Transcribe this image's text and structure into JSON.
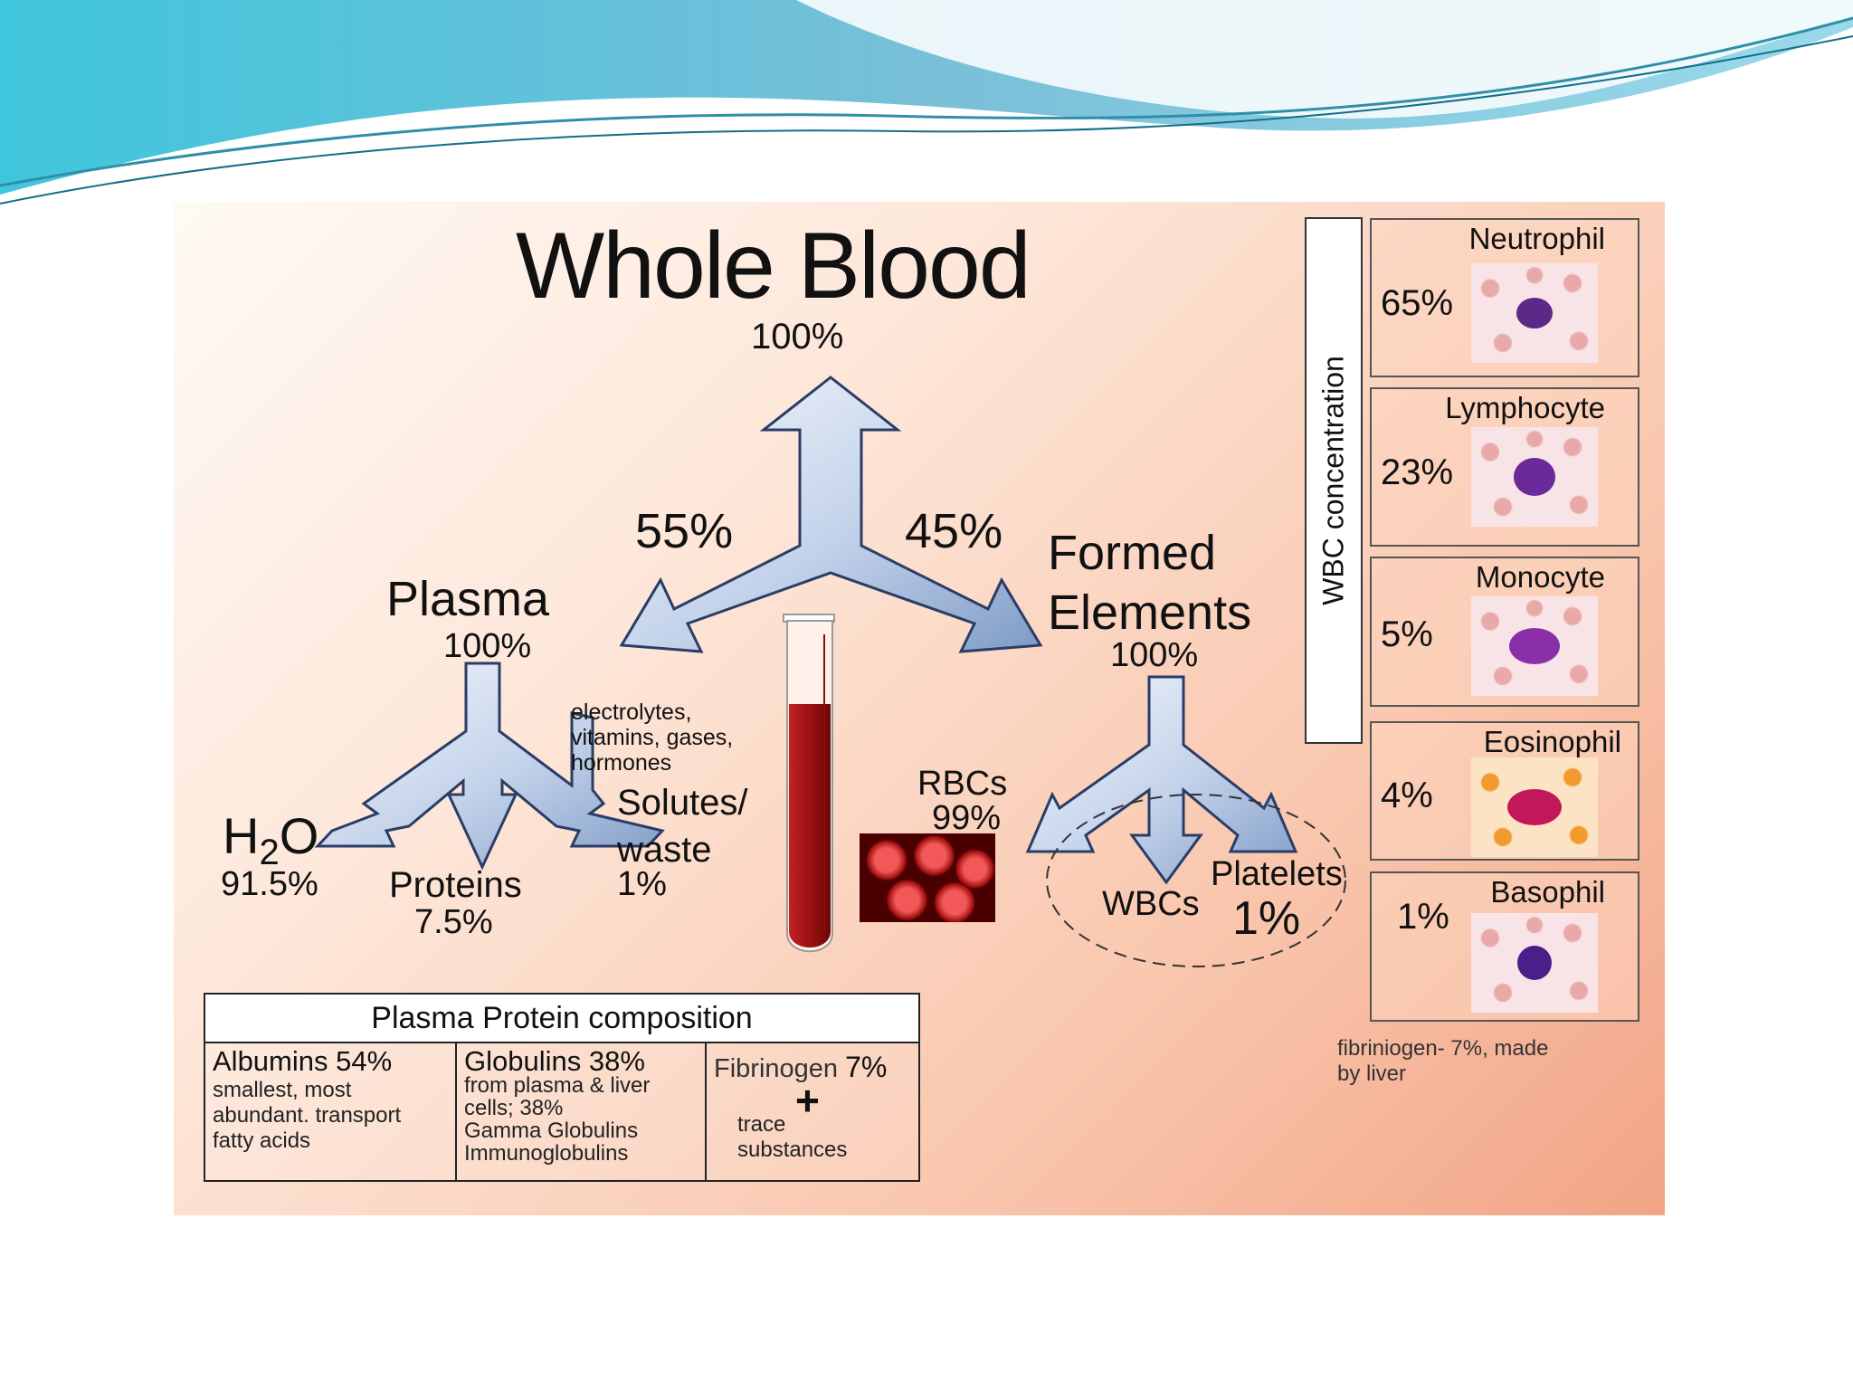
{
  "title": "Whole Blood",
  "whole_pct": "100%",
  "plasma_pct": "55%",
  "formed_pct": "45%",
  "plasma": {
    "label": "Plasma",
    "pct": "100%",
    "solutes_note": "electrolytes,\nvitamins, gases,\nhormones",
    "water_label": "H",
    "water_sub": "2",
    "water_o": "O",
    "water_pct": "91.5%",
    "proteins_label": "Proteins",
    "proteins_pct": "7.5%",
    "solutes_label": "Solutes/\nwaste",
    "solutes_pct": "1%"
  },
  "formed": {
    "label": "Formed\nElements",
    "pct": "100%",
    "rbc_label": "RBCs",
    "rbc_pct": "99%",
    "wbc_label": "WBCs",
    "platelets_label": "Platelets",
    "wbc_platelets_pct": "1%"
  },
  "wbc_panel": {
    "axis_label": "WBC concentration",
    "cells": [
      {
        "name": "Neutrophil",
        "pct": "65%",
        "color": "#5b2a86"
      },
      {
        "name": "Lymphocyte",
        "pct": "23%",
        "color": "#6a2a9a"
      },
      {
        "name": "Monocyte",
        "pct": "5%",
        "color": "#8a2fa8"
      },
      {
        "name": "Eosinophil",
        "pct": "4%",
        "color": "#c2185b"
      },
      {
        "name": "Basophil",
        "pct": "1%",
        "color": "#4b1f8a"
      }
    ]
  },
  "protein_table": {
    "title": "Plasma Protein composition",
    "albumins_head": "Albumins 54%",
    "albumins_desc": "smallest, most\nabundant. transport\nfatty acids",
    "globulins_head": "Globulins 38%",
    "globulins_desc": "from plasma & liver\ncells; 38%\n Gamma Globulins\n  Immunoglobulins",
    "fibrinogen_label": "Fibrinogen",
    "fibrinogen_pct": "7%",
    "plus": "+",
    "trace": "trace\nsubstances"
  },
  "note": "fibriniogen- 7%, made\nby liver",
  "colors": {
    "arrow_light": "#f4f7fc",
    "arrow_dark": "#7e9bc6",
    "blood": "#9b1111",
    "wave_dark": "#5fb3d6",
    "wave_light": "#a8e4f0"
  }
}
